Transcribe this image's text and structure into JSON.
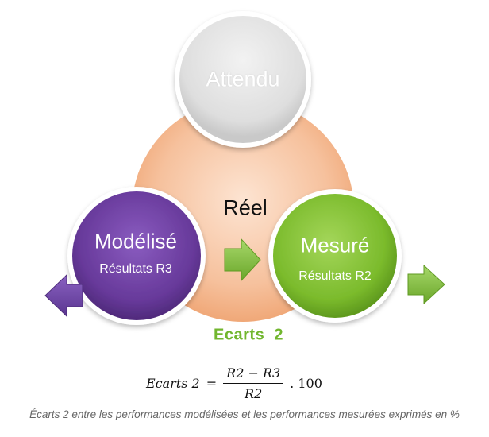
{
  "diagram": {
    "top_circle_label": "Attendu",
    "center_label": "Réel",
    "left_circle": {
      "title": "Modélisé",
      "subtitle": "Résultats R3"
    },
    "right_circle": {
      "title": "Mesuré",
      "subtitle": "Résultats R2"
    },
    "result_label": "Ecarts  2"
  },
  "formula": {
    "lhs": "Ecarts 2",
    "equals": "=",
    "numerator": "R2 − R3",
    "denominator": "R2",
    "multiplier": ". 100"
  },
  "caption": "Écarts 2 entre les performances modélisées et les performances mesurées exprimés en %",
  "colors": {
    "center_peach": "#f3b48c",
    "top_gray": "#dcdcdc",
    "left_purple": "#6a3f9c",
    "right_green": "#7fbf2e",
    "arrow_green": "#84c23c",
    "arrow_purple": "#6e48a6",
    "result_green": "#71b62e"
  }
}
